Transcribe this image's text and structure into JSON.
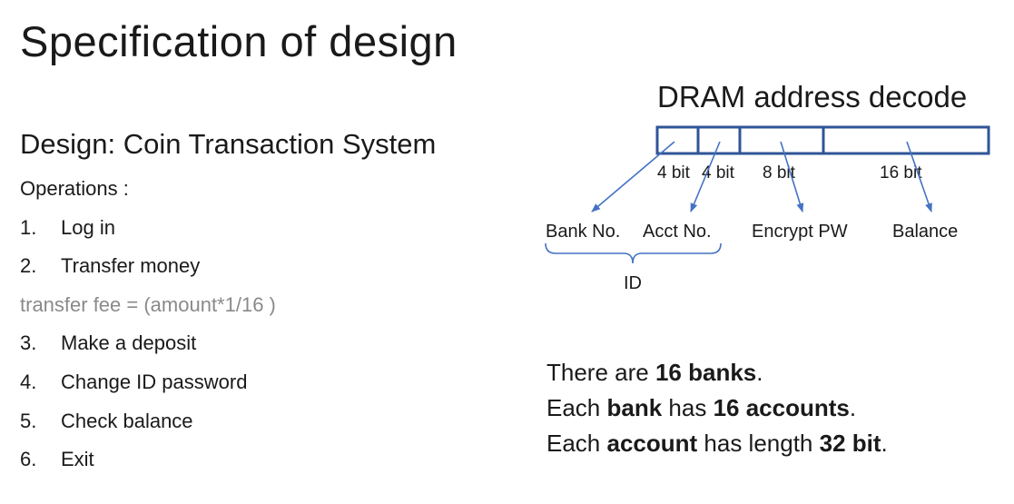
{
  "slide": {
    "title": "Specification of design"
  },
  "design": {
    "heading": "Design: Coin Transaction System",
    "operations_label": "Operations :",
    "operations": [
      {
        "num": "1.",
        "label": "Log in"
      },
      {
        "num": "2.",
        "label": "Transfer money"
      },
      {
        "num": "3.",
        "label": "Make a deposit"
      },
      {
        "num": "4.",
        "label": "Change ID password"
      },
      {
        "num": "5.",
        "label": "Check balance"
      },
      {
        "num": "6.",
        "label": "Exit"
      }
    ],
    "note": "transfer fee = (amount*1/16 )"
  },
  "dram": {
    "title": "DRAM address decode",
    "fields": [
      {
        "bits": "4 bit",
        "name": "Bank No."
      },
      {
        "bits": "4 bit",
        "name": "Acct No."
      },
      {
        "bits": "8 bit",
        "name": "Encrypt PW"
      },
      {
        "bits": "16 bit",
        "name": "Balance"
      }
    ],
    "group_label": "ID",
    "colors": {
      "box": "#2f5597",
      "arrow": "#4472c4"
    }
  },
  "facts": [
    {
      "p1": "There are ",
      "b1": "16 banks",
      "p2": ".",
      "b2": "",
      "p3": "",
      "b3": "",
      "p4": ""
    },
    {
      "p1": "Each ",
      "b1": "bank",
      "p2": " has ",
      "b2": "16 accounts",
      "p3": ".",
      "b3": "",
      "p4": ""
    },
    {
      "p1": "Each ",
      "b1": "account",
      "p2": " has length ",
      "b2": "32 bit",
      "p3": ".",
      "b3": "",
      "p4": ""
    }
  ]
}
